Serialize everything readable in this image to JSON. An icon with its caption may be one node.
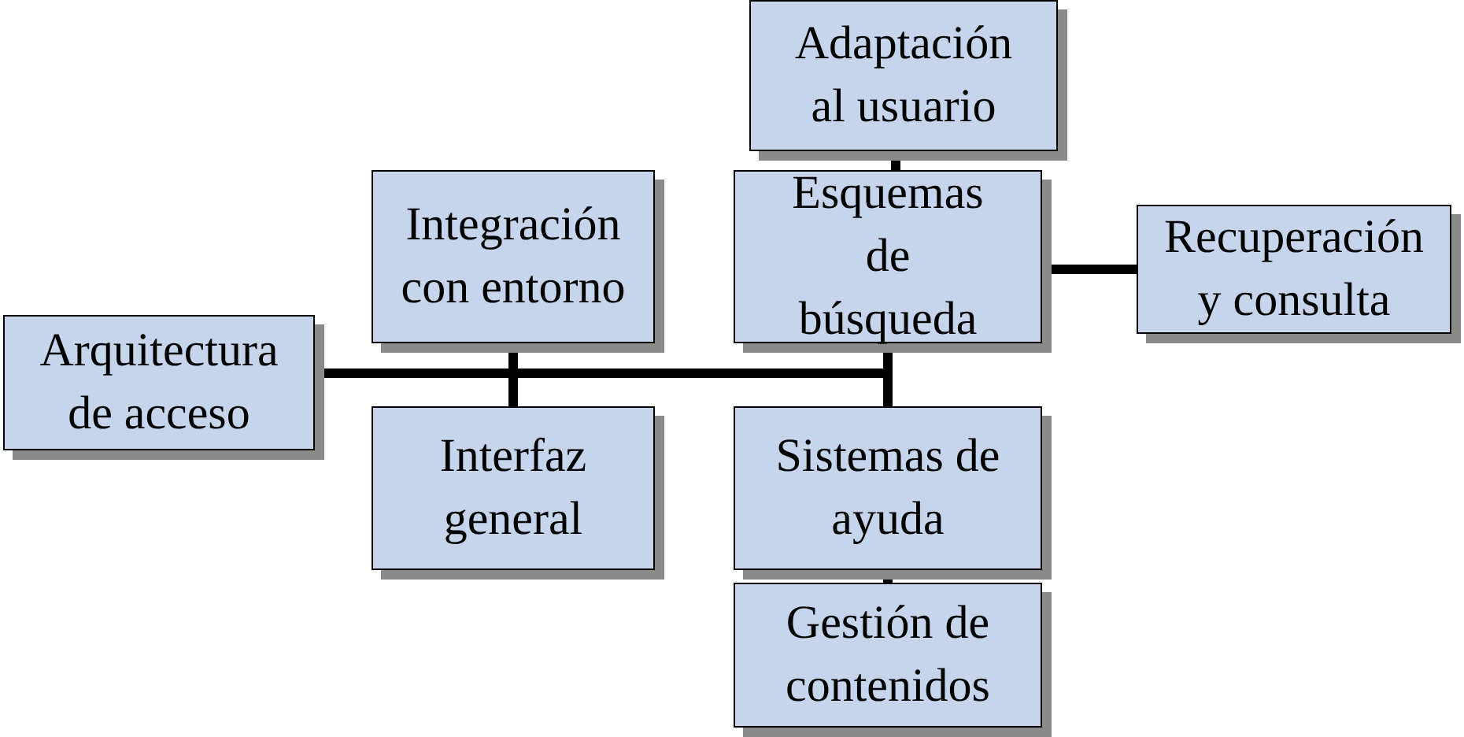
{
  "diagram": {
    "nodes": [
      {
        "text": [
          "Adaptación al usuario"
        ]
      },
      {
        "text": [
          "Integración con entorno"
        ]
      },
      {
        "text": [
          "Esquemas de búsqueda"
        ]
      },
      {
        "text": [
          "Recuperación y consulta"
        ]
      },
      {
        "text": [
          "Arquitectura de acceso"
        ]
      },
      {
        "text": [
          "Interfaz general"
        ]
      },
      {
        "text": [
          "Sistemas de ayuda"
        ]
      },
      {
        "text": [
          "Gestión de contenidos"
        ]
      }
    ],
    "edges": [
      {
        "from": 0,
        "to": 2,
        "arrow": "none"
      },
      {
        "from": 2,
        "to": 3,
        "arrow": "none"
      },
      {
        "from": 4,
        "to": 1,
        "arrow": "none"
      },
      {
        "from": 4,
        "to": 5,
        "arrow": "none"
      },
      {
        "from": 4,
        "to": 2,
        "arrow": "none"
      },
      {
        "from": 4,
        "to": 6,
        "arrow": "none"
      },
      {
        "from": 6,
        "to": 7,
        "arrow": "none"
      }
    ]
  }
}
